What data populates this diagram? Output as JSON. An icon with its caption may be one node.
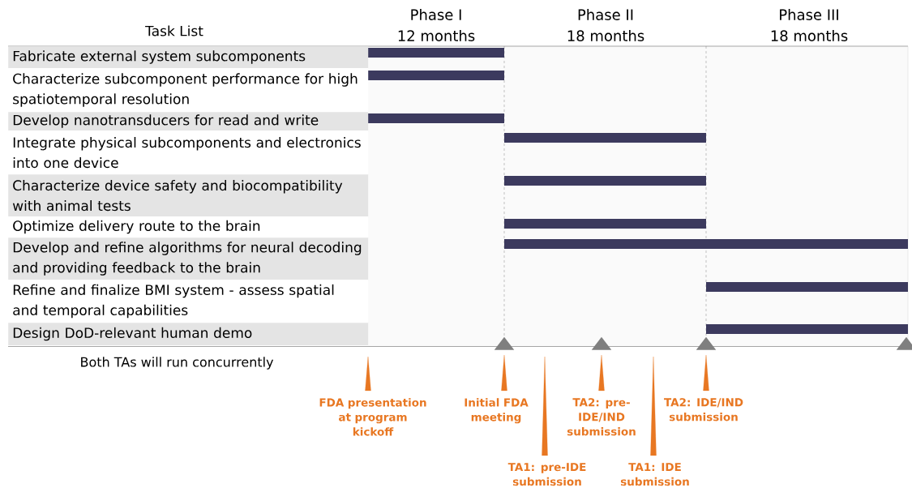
{
  "diagram": {
    "nodes": [
      {
        "text": [
          "Fabricate external system subcomponents"
        ]
      },
      {
        "text": [
          "Characterize subcomponent performance for high spatiotemporal resolution"
        ]
      },
      {
        "text": [
          "Develop nanotransducers for read and write"
        ]
      },
      {
        "text": [
          "Integrate physical subcomponents and electronics into one device"
        ]
      },
      {
        "text": [
          "Characterize device safety and biocompatibility with animal tests"
        ]
      },
      {
        "text": [
          "Optimize delivery route to the brain"
        ]
      },
      {
        "text": [
          "Develop and refine algorithms for neural decoding and providing feedback to the brain"
        ]
      },
      {
        "text": [
          "Refine and finalize BMI system - assess spatial and temporal capabilities"
        ]
      },
      {
        "text": [
          "Design DoD-relevant human demo"
        ]
      },
      {
        "text": [],
        "shape": "triangle"
      },
      {
        "text": [],
        "shape": "triangle"
      },
      {
        "text": [],
        "shape": "triangle"
      },
      {
        "text": [],
        "shape": "triangle"
      },
      {
        "text": [
          "FDA presentation at program kickoff"
        ]
      },
      {
        "text": [
          "Initial FDA meeting"
        ]
      },
      {
        "text": [
          "TA2: pre-IDE/IND submission"
        ]
      },
      {
        "text": [
          "TA2: IDE/IND submission"
        ]
      },
      {
        "text": [
          "TA1: pre-IDE submission"
        ]
      },
      {
        "text": [
          "TA1: IDE submission"
        ]
      }
    ],
    "edges": [
      {
        "from": 13,
        "to": null,
        "arrow": "to"
      },
      {
        "from": 14,
        "to": 9,
        "arrow": "to"
      },
      {
        "from": 15,
        "to": 10,
        "arrow": "to"
      },
      {
        "from": 16,
        "to": 11,
        "arrow": "to"
      },
      {
        "from": 17,
        "to": null,
        "arrow": "to"
      },
      {
        "from": 18,
        "to": null,
        "arrow": "to"
      }
    ],
    "labels": [
      "Task List",
      "Phase I",
      "12 months",
      "Phase II",
      "18 months",
      "Phase III",
      "18 months",
      "Both TAs will run concurrently"
    ]
  }
}
